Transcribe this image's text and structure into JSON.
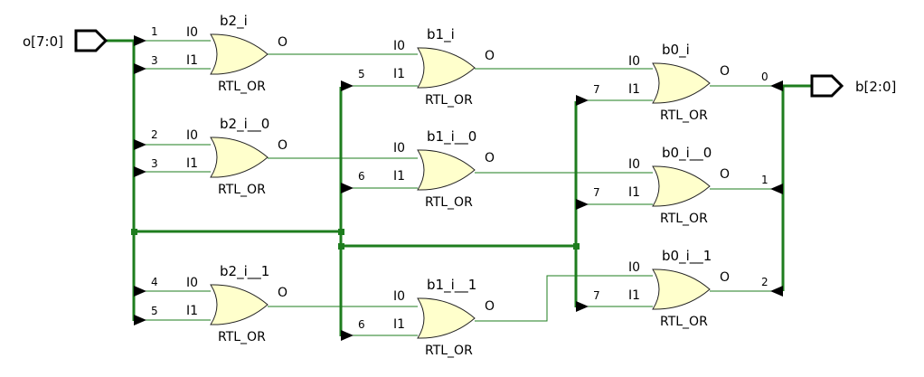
{
  "colors": {
    "bus": "#1e7d1e",
    "net": "#1e7d1e",
    "gate_fill": "#ffffcc",
    "gate_stroke": "#222222",
    "pin_marker": "#000000"
  },
  "input_port": {
    "name": "o[7:0]",
    "icon": "input-port-icon"
  },
  "output_port": {
    "name": "b[2:0]",
    "icon": "output-port-icon"
  },
  "gates": [
    {
      "instance": "b2_i",
      "type": "RTL_OR",
      "in0": "I0",
      "in1": "I1",
      "out": "O",
      "bit0": "1",
      "bit1": "3"
    },
    {
      "instance": "b2_i__0",
      "type": "RTL_OR",
      "in0": "I0",
      "in1": "I1",
      "out": "O",
      "bit0": "2",
      "bit1": "3"
    },
    {
      "instance": "b2_i__1",
      "type": "RTL_OR",
      "in0": "I0",
      "in1": "I1",
      "out": "O",
      "bit0": "4",
      "bit1": "5"
    },
    {
      "instance": "b1_i",
      "type": "RTL_OR",
      "in0": "I0",
      "in1": "I1",
      "out": "O",
      "bit0": "",
      "bit1": "5"
    },
    {
      "instance": "b1_i__0",
      "type": "RTL_OR",
      "in0": "I0",
      "in1": "I1",
      "out": "O",
      "bit0": "",
      "bit1": "6"
    },
    {
      "instance": "b1_i__1",
      "type": "RTL_OR",
      "in0": "I0",
      "in1": "I1",
      "out": "O",
      "bit0": "",
      "bit1": "6"
    },
    {
      "instance": "b0_i",
      "type": "RTL_OR",
      "in0": "I0",
      "in1": "I1",
      "out": "O",
      "bit0": "",
      "bit1": "7"
    },
    {
      "instance": "b0_i__0",
      "type": "RTL_OR",
      "in0": "I0",
      "in1": "I1",
      "out": "O",
      "bit0": "",
      "bit1": "7"
    },
    {
      "instance": "b0_i__1",
      "type": "RTL_OR",
      "in0": "I0",
      "in1": "I1",
      "out": "O",
      "bit0": "",
      "bit1": "7"
    }
  ],
  "output_bits": [
    "0",
    "1",
    "2"
  ]
}
